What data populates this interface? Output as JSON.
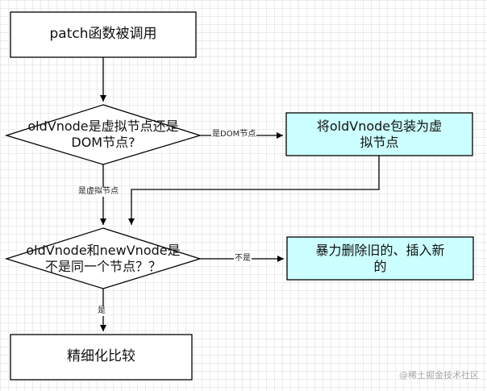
{
  "nodes": {
    "start": "patch函数被调用",
    "decision1_line1": "oldVnode是虚拟节点还是",
    "decision1_line2": "DOM节点?",
    "convert_line1": "将oldVnode包装为虚",
    "convert_line2": "拟节点",
    "decision2_line1": "oldVnode和newVnode是",
    "decision2_line2": "不是同一个节点？？",
    "replace_line1": "暴力删除旧的、插入新",
    "replace_line2": "的",
    "refine": "精细化比较"
  },
  "edges": {
    "is_dom": "是DOM节点",
    "is_vnode": "是虚拟节点",
    "no": "不是",
    "yes": "是"
  },
  "watermark": "@稀土掘金技术社区",
  "colors": {
    "highlight_fill": "#ccffff",
    "stroke": "#000000",
    "background": "#ffffff"
  }
}
